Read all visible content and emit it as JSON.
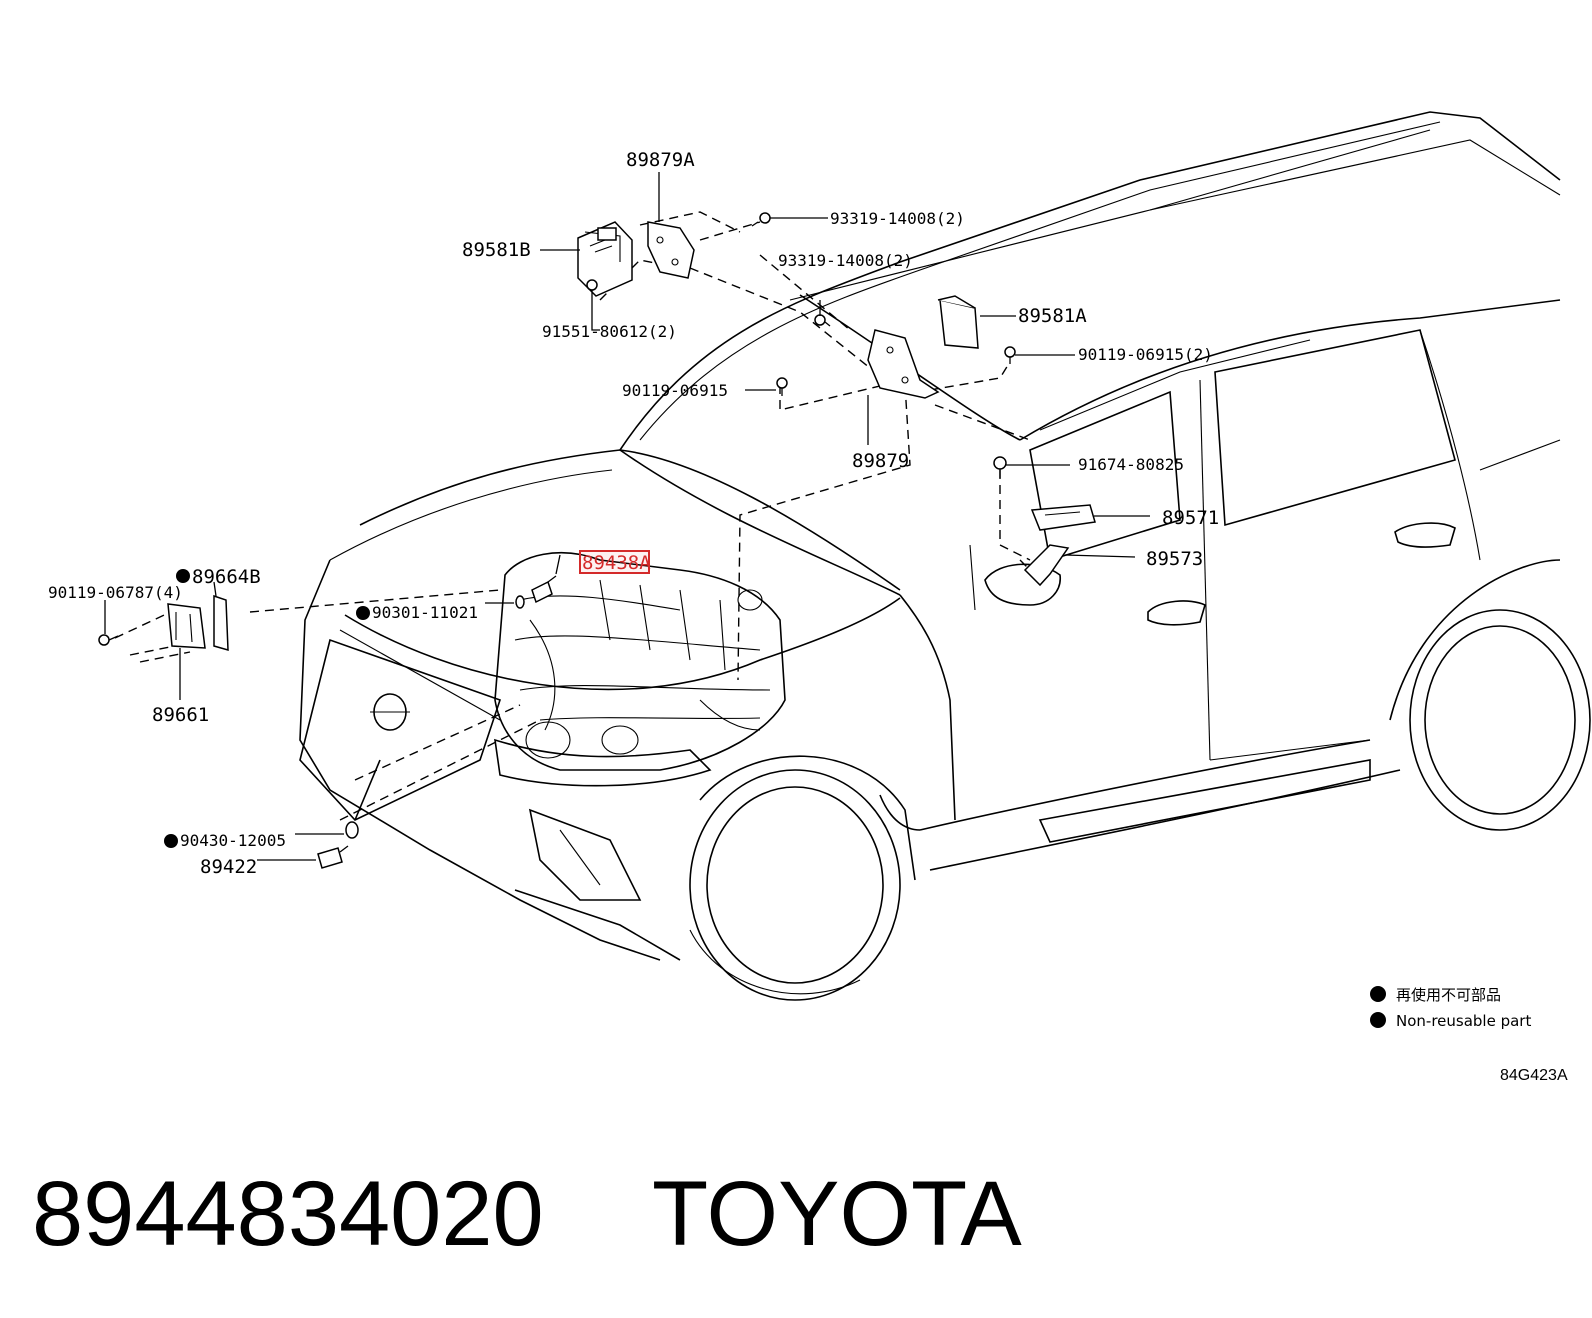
{
  "callouts": [
    {
      "id": "89879A",
      "text": "89879A",
      "nonreusable": false,
      "highlighted": false
    },
    {
      "id": "89581B",
      "text": "89581B",
      "nonreusable": false,
      "highlighted": false
    },
    {
      "id": "93319-a",
      "text": "93319-14008(2)",
      "nonreusable": false,
      "highlighted": false
    },
    {
      "id": "93319-b",
      "text": "93319-14008(2)",
      "nonreusable": false,
      "highlighted": false
    },
    {
      "id": "91551",
      "text": "91551-80612(2)",
      "nonreusable": false,
      "highlighted": false
    },
    {
      "id": "89581A",
      "text": "89581A",
      "nonreusable": false,
      "highlighted": false
    },
    {
      "id": "90119-06915-2",
      "text": "90119-06915(2)",
      "nonreusable": false,
      "highlighted": false
    },
    {
      "id": "90119-06915",
      "text": "90119-06915",
      "nonreusable": false,
      "highlighted": false
    },
    {
      "id": "89879",
      "text": "89879",
      "nonreusable": false,
      "highlighted": false
    },
    {
      "id": "91674",
      "text": "91674-80825",
      "nonreusable": false,
      "highlighted": false
    },
    {
      "id": "89571",
      "text": "89571",
      "nonreusable": false,
      "highlighted": false
    },
    {
      "id": "89573",
      "text": "89573",
      "nonreusable": false,
      "highlighted": false
    },
    {
      "id": "89438A",
      "text": "89438A",
      "nonreusable": false,
      "highlighted": true
    },
    {
      "id": "89664B",
      "text": "89664B",
      "nonreusable": true,
      "highlighted": false
    },
    {
      "id": "90119-06787",
      "text": "90119-06787(4)",
      "nonreusable": false,
      "highlighted": false
    },
    {
      "id": "90301",
      "text": "90301-11021",
      "nonreusable": true,
      "highlighted": false
    },
    {
      "id": "89661",
      "text": "89661",
      "nonreusable": false,
      "highlighted": false
    },
    {
      "id": "90430",
      "text": "90430-12005",
      "nonreusable": true,
      "highlighted": false
    },
    {
      "id": "89422",
      "text": "89422",
      "nonreusable": false,
      "highlighted": false
    }
  ],
  "legend": {
    "japanese": "再使用不可部品",
    "english": "Non-reusable part"
  },
  "diagram_code": "84G423A",
  "footer": {
    "part_number": "8944834020",
    "brand": "TOYOTA"
  },
  "colors": {
    "line": "#000000",
    "highlight": "#d42a2a",
    "background": "#ffffff"
  }
}
